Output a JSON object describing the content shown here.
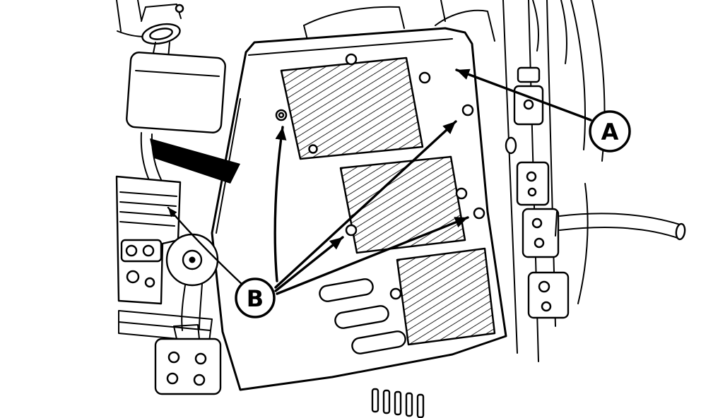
{
  "diagram": {
    "kind": "technical-line-drawing",
    "callouts": [
      {
        "label": "A"
      },
      {
        "label": "B"
      }
    ],
    "colors": {
      "line": "#000000",
      "background": "#ffffff"
    }
  }
}
